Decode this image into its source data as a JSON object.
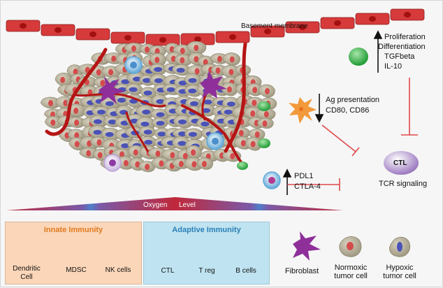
{
  "labels": {
    "basement_membrane": "Basement membrane",
    "effects_up": [
      "Proliferation",
      "Differentiation",
      "TGFbeta",
      "IL-10"
    ],
    "effects_down": [
      "Ag presentation",
      "CD80, CD86"
    ],
    "checkpoints": [
      "PDL1",
      "CTLA-4"
    ],
    "ctl_center": "CTL",
    "tcr_signaling": "TCR signaling",
    "oxygen": "Oxygen",
    "level": "Level"
  },
  "legend": {
    "innate_title": "Innate Immunity",
    "adaptive_title": "Adaptive Immunity",
    "dendritic": "Dendritic\nCell",
    "mdsc": "MDSC",
    "nk": "NK cells",
    "ctl": "CTL",
    "treg": "T reg",
    "bcells": "B cells",
    "fibroblast": "Fibroblast",
    "normoxic": "Normoxic\ntumor cell",
    "hypoxic": "Hypoxic\ntumor cell"
  },
  "colors": {
    "membrane": "#d63a3a",
    "vessel": "#c01818",
    "tumor_cell": "#b8b29e",
    "normoxic_nucleus": "#d44b4b",
    "hypoxic_nucleus": "#4a52b8",
    "treg": "#2fae3f",
    "ctl": "#a888c6",
    "mdsc": "#6fb3e0",
    "nk": "#9b5fb5",
    "fibroblast": "#8e2f9a",
    "dendritic": "#f29a3b",
    "inhibition": "#e04848",
    "innate_bg": "#fbd6b9",
    "adaptive_bg": "#bfe3f0"
  }
}
